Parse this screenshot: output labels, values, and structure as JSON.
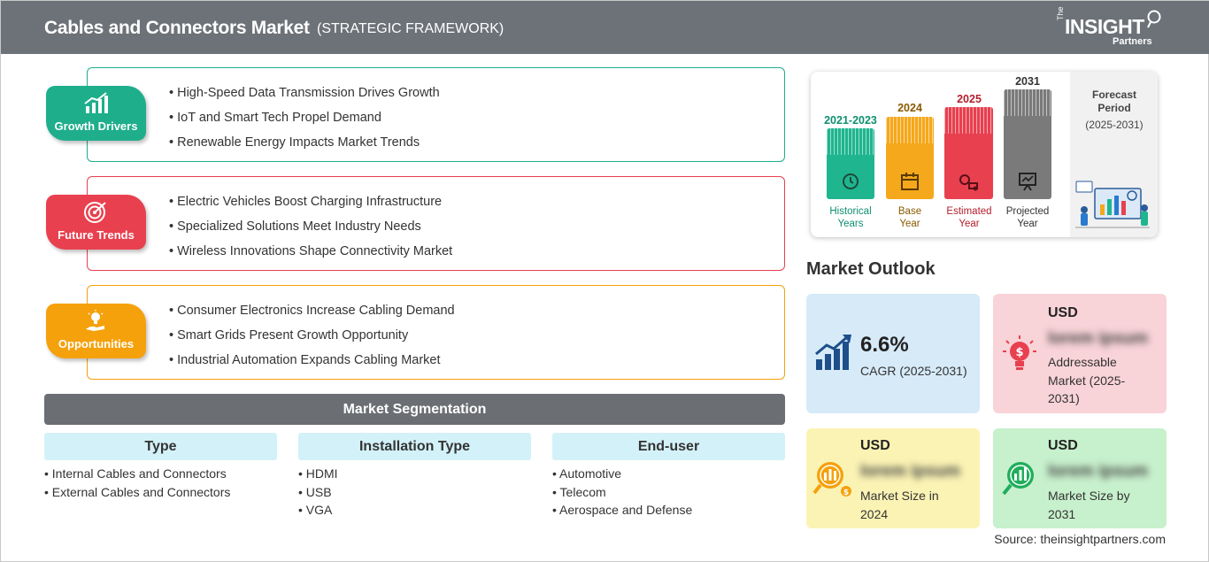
{
  "header": {
    "title": "Cables and Connectors Market",
    "subtitle": "(STRATEGIC FRAMEWORK)",
    "logo": {
      "the": "The",
      "insight": "INSIGHT",
      "partners": "Partners"
    }
  },
  "framework": [
    {
      "label": "Growth Drivers",
      "color": "#1fae8c",
      "icon": "growth-chart-icon",
      "items": [
        "High-Speed Data Transmission Drives Growth",
        "IoT and Smart Tech Propel Demand",
        "Renewable Energy Impacts Market Trends"
      ]
    },
    {
      "label": "Future Trends",
      "color": "#e8404f",
      "icon": "target-icon",
      "items": [
        "Electric Vehicles Boost Charging Infrastructure",
        "Specialized Solutions Meet Industry Needs",
        "Wireless Innovations Shape Connectivity Market"
      ]
    },
    {
      "label": "Opportunities",
      "color": "#f5a10c",
      "icon": "lightbulb-hand-icon",
      "items": [
        "Consumer Electronics Increase Cabling Demand",
        "Smart Grids Present Growth Opportunity",
        "Industrial Automation Expands Cabling Market"
      ]
    }
  ],
  "segmentation": {
    "title": "Market Segmentation",
    "columns": [
      {
        "header": "Type",
        "items": [
          "Internal Cables and Connectors",
          "External Cables and Connectors"
        ]
      },
      {
        "header": "Installation Type",
        "items": [
          "HDMI",
          "USB",
          "VGA"
        ]
      },
      {
        "header": "End-user",
        "items": [
          "Automotive",
          "Telecom",
          "Aerospace and Defense"
        ]
      }
    ]
  },
  "timeline": {
    "periods": [
      {
        "year": "2021-2023",
        "caption_1": "Historical",
        "caption_2": "Years",
        "color": "#1fb58f",
        "year_color": "#0f8f6f",
        "icon": "history-clock-icon"
      },
      {
        "year": "2024",
        "caption_1": "Base",
        "caption_2": "Year",
        "color": "#f5a81c",
        "year_color": "#8a5a00",
        "icon": "calendar-icon"
      },
      {
        "year": "2025",
        "caption_1": "Estimated",
        "caption_2": "Year",
        "color": "#e8404f",
        "year_color": "#b3202e",
        "icon": "estimate-gears-icon"
      },
      {
        "year": "2031",
        "caption_1": "Projected",
        "caption_2": "Year",
        "color": "#7a7a7a",
        "year_color": "#333333",
        "icon": "projection-board-icon"
      }
    ],
    "forecast_label_1": "Forecast",
    "forecast_label_2": "Period",
    "forecast_years": "(2025-2031)"
  },
  "outlook": {
    "title": "Market Outlook",
    "cagr": {
      "value": "6.6%",
      "label": "CAGR (2025-2031)"
    },
    "addressable": {
      "currency": "USD",
      "value": "lorem ipsum",
      "label_1": "Addressable",
      "label_2": "Market (2025-",
      "label_3": "2031)"
    },
    "size_2024": {
      "currency": "USD",
      "value": "lorem ipsum",
      "label_1": "Market Size in",
      "label_2": "2024"
    },
    "size_2031": {
      "currency": "USD",
      "value": "lorem ipsum",
      "label_1": "Market Size by",
      "label_2": "2031"
    }
  },
  "source": "Source: theinsightpartners.com"
}
